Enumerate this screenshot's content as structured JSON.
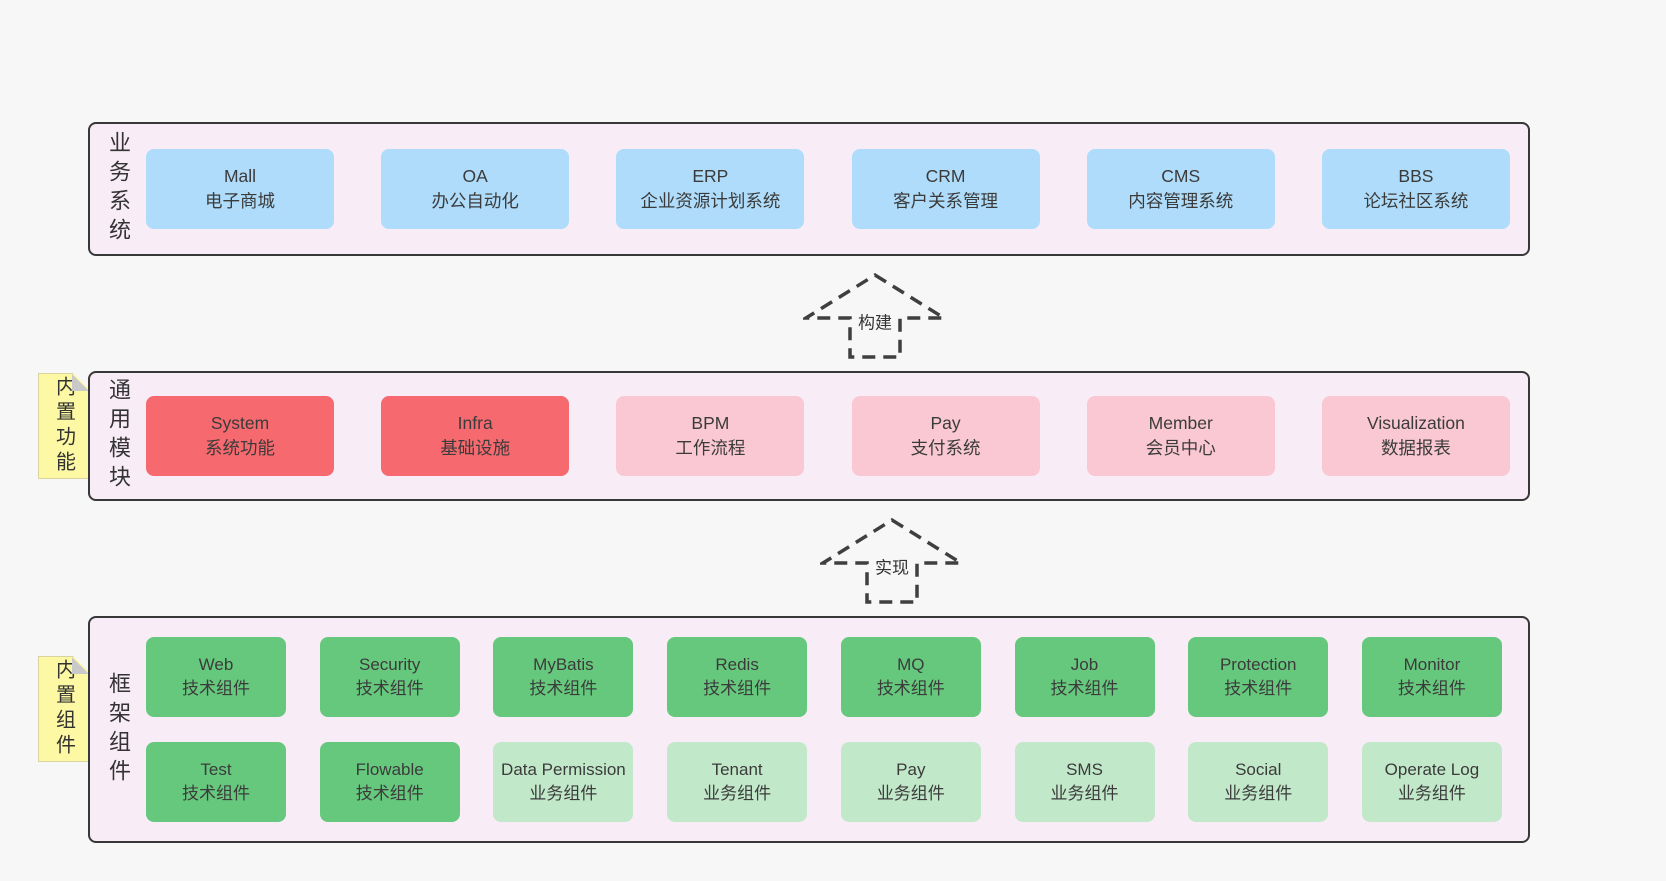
{
  "colors": {
    "page-bg": "#f7f7f7",
    "panel-bg": "#f8edf6",
    "panel-border": "#383838",
    "box-blue": "#aedcfa",
    "box-red": "#f5696f",
    "box-pink": "#f9c8d2",
    "box-green": "#66c87d",
    "box-green-light": "#c2e8ca",
    "note-yellow": "#fcf8a3",
    "note-fold": "#c9c9c9",
    "text": "#3b3b3b"
  },
  "layers": [
    {
      "label": "业务系统",
      "boxes": [
        {
          "en": "Mall",
          "zh": "电子商城"
        },
        {
          "en": "OA",
          "zh": "办公自动化"
        },
        {
          "en": "ERP",
          "zh": "企业资源计划系统"
        },
        {
          "en": "CRM",
          "zh": "客户关系管理"
        },
        {
          "en": "CMS",
          "zh": "内容管理系统"
        },
        {
          "en": "BBS",
          "zh": "论坛社区系统"
        }
      ]
    },
    {
      "label": "通用模块",
      "note": "内置功能",
      "boxes": [
        {
          "en": "System",
          "zh": "系统功能"
        },
        {
          "en": "Infra",
          "zh": "基础设施"
        },
        {
          "en": "BPM",
          "zh": "工作流程"
        },
        {
          "en": "Pay",
          "zh": "支付系统"
        },
        {
          "en": "Member",
          "zh": "会员中心"
        },
        {
          "en": "Visualization",
          "zh": "数据报表"
        }
      ]
    },
    {
      "label": "框架组件",
      "note": "内置组件",
      "row1": [
        {
          "en": "Web",
          "zh": "技术组件"
        },
        {
          "en": "Security",
          "zh": "技术组件"
        },
        {
          "en": "MyBatis",
          "zh": "技术组件"
        },
        {
          "en": "Redis",
          "zh": "技术组件"
        },
        {
          "en": "MQ",
          "zh": "技术组件"
        },
        {
          "en": "Job",
          "zh": "技术组件"
        },
        {
          "en": "Protection",
          "zh": "技术组件"
        },
        {
          "en": "Monitor",
          "zh": "技术组件"
        }
      ],
      "row2": [
        {
          "en": "Test",
          "zh": "技术组件"
        },
        {
          "en": "Flowable",
          "zh": "技术组件"
        },
        {
          "en": "Data Permission",
          "zh": "业务组件"
        },
        {
          "en": "Tenant",
          "zh": "业务组件"
        },
        {
          "en": "Pay",
          "zh": "业务组件"
        },
        {
          "en": "SMS",
          "zh": "业务组件"
        },
        {
          "en": "Social",
          "zh": "业务组件"
        },
        {
          "en": "Operate Log",
          "zh": "业务组件"
        }
      ]
    }
  ],
  "arrows": [
    {
      "label": "构建"
    },
    {
      "label": "实现"
    }
  ]
}
